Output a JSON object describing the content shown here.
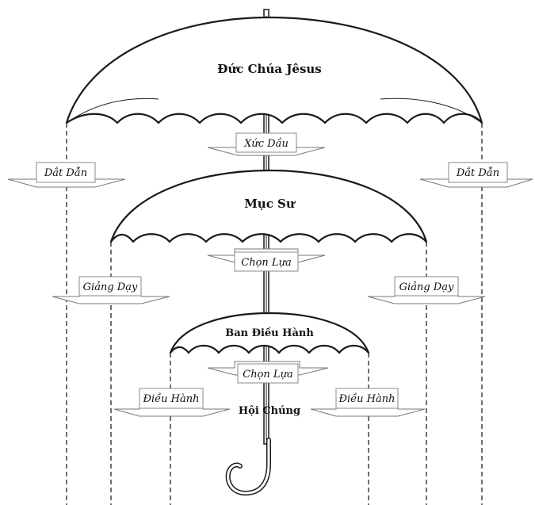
{
  "colors": {
    "ink": "#1a1a1a",
    "arrow": "#777777",
    "background": "#ffffff"
  },
  "levels": {
    "top": {
      "title": "Đức Chúa Jêsus"
    },
    "middle": {
      "title": "Mục Sư"
    },
    "lower": {
      "title": "Ban Điều Hành"
    },
    "bottom": {
      "title": "Hội Chúng"
    }
  },
  "arrows": {
    "anoint": "Xức Dầu",
    "lead_left": "Dắt Dẫn",
    "lead_right": "Dắt Dẫn",
    "choose_middle": "Chọn Lựa",
    "teach_left": "Giảng Dạy",
    "teach_right": "Giảng Dạy",
    "choose_lower": "Chọn Lựa",
    "manage_left": "Điều Hành",
    "manage_right": "Điều Hành"
  },
  "icons": {
    "umbrella": "umbrella-icon",
    "handle": "umbrella-handle-icon"
  }
}
